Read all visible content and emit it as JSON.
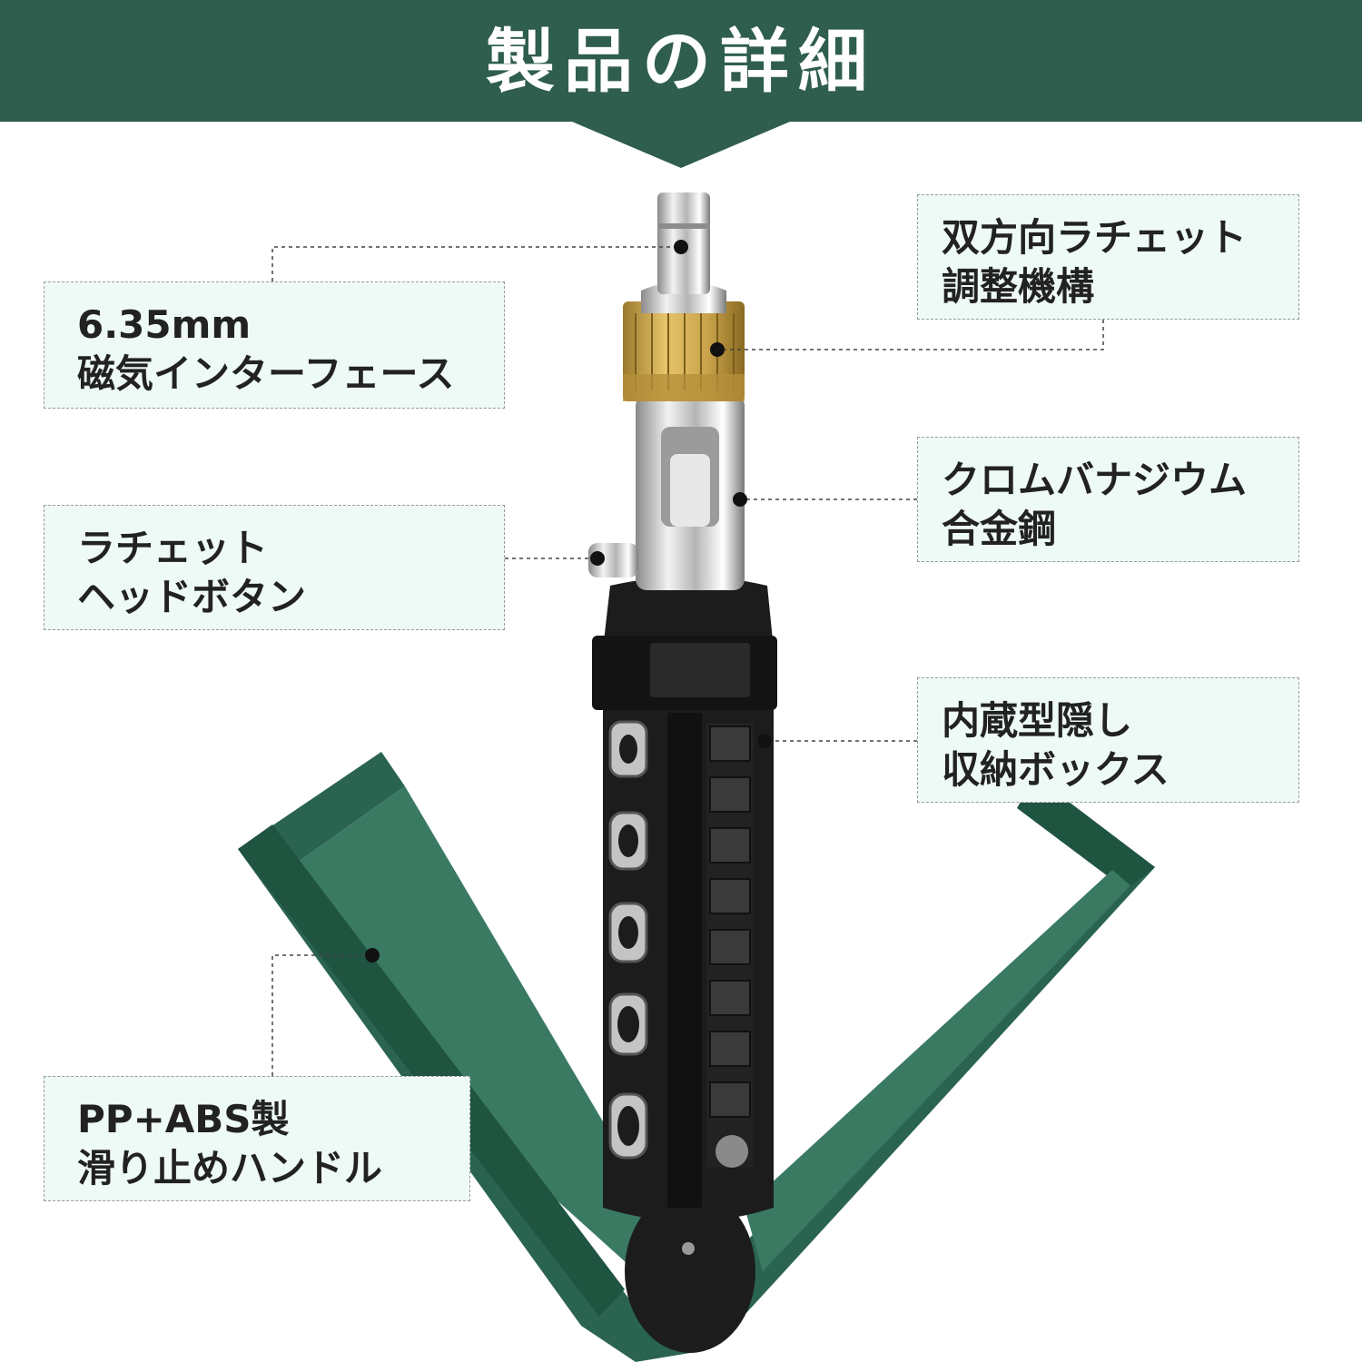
{
  "header": {
    "title": "製品の詳細",
    "color": "#2f5d4e"
  },
  "callouts": {
    "magnetic_interface": {
      "line1": "6.35mm",
      "line2": "磁気インターフェース"
    },
    "ratchet_head_button": {
      "line1": "ラチェット",
      "line2": "ヘッドボタン"
    },
    "handle": {
      "line1": "PP+ABS製",
      "line2": "滑り止めハンドル"
    },
    "bidirectional_ratchet": {
      "line1": "双方向ラチェット",
      "line2": "調整機構"
    },
    "chrome_vanadium": {
      "line1": "クロムバナジウム",
      "line2": "合金鋼"
    },
    "hidden_storage": {
      "line1": "内蔵型隠し",
      "line2": "収納ボックス"
    }
  },
  "colors": {
    "callout_bg": "#eefaf6",
    "handle_green": "#2e6b54",
    "collar_gold": "#c9a24a",
    "body_black": "#1c1c1c",
    "chrome": "#d8d8d8"
  }
}
